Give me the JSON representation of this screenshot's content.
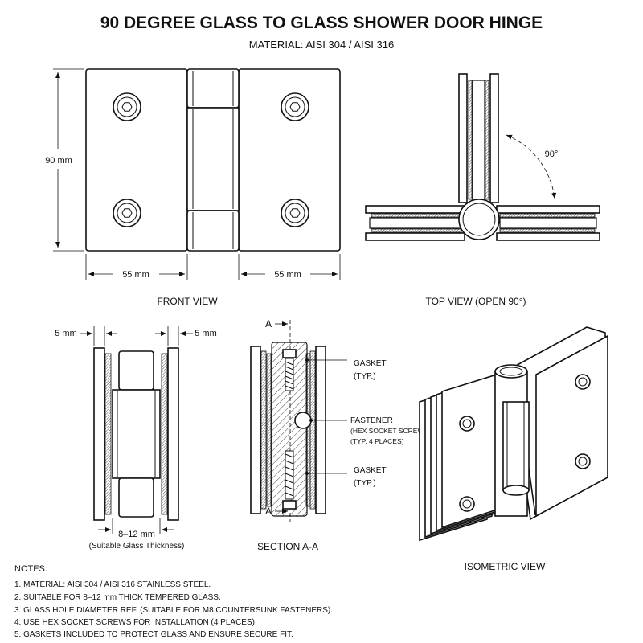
{
  "title": "90 DEGREE GLASS TO GLASS SHOWER DOOR HINGE",
  "subtitle": "MATERIAL: AISI 304 / AISI 316",
  "front_view": {
    "label": "FRONT VIEW",
    "height_dim": "90 mm",
    "left_width_dim": "55 mm",
    "right_width_dim": "55 mm"
  },
  "top_view": {
    "label": "TOP VIEW (OPEN 90°)",
    "angle": "90°"
  },
  "side_view": {
    "left_dim": "5 mm",
    "right_dim": "5 mm",
    "thickness_dim": "8–12 mm",
    "thickness_note": "(Suitable Glass Thickness)"
  },
  "section_view": {
    "label": "SECTION A-A",
    "cut_letter_top": "A",
    "cut_letter_bottom": "A",
    "gasket_top": [
      "GASKET",
      "(TYP.)"
    ],
    "fastener": [
      "FASTENER",
      "(HEX SOCKET SCREW)",
      "(TYP. 4 PLACES)"
    ],
    "gasket_bottom": [
      "GASKET",
      "(TYP.)"
    ]
  },
  "isometric_view": {
    "label": "ISOMETRIC VIEW"
  },
  "notes": {
    "heading": "NOTES:",
    "items": [
      "1.  MATERIAL: AISI 304 / AISI 316 STAINLESS STEEL.",
      "2.  SUITABLE FOR 8–12 mm THICK TEMPERED GLASS.",
      "3.  GLASS HOLE DIAMETER REF. (SUITABLE FOR M8 COUNTERSUNK FASTENERS).",
      "4.  USE HEX SOCKET SCREWS FOR INSTALLATION (4 PLACES).",
      "5.  GASKETS INCLUDED TO PROTECT GLASS AND ENSURE SECURE FIT."
    ]
  }
}
